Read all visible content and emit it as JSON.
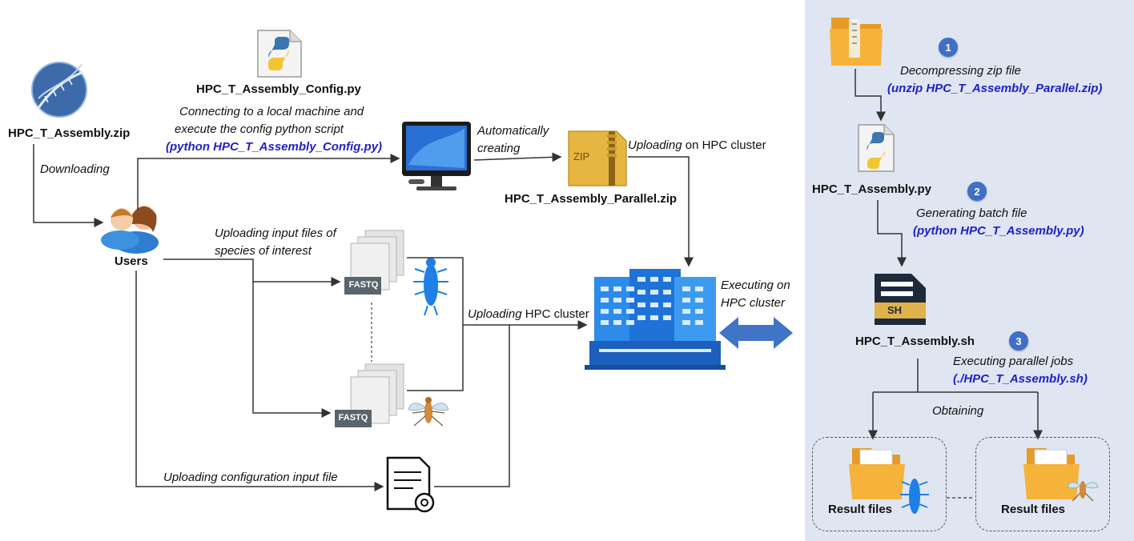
{
  "left": {
    "zip_label": "HPC_T_Assembly.zip",
    "downloading": "Downloading",
    "users": "Users",
    "config_file": "HPC_T_Assembly_Config.py",
    "connect_line1": "Connecting to a local machine and",
    "connect_line2": "execute the config python script",
    "connect_cmd": "(python HPC_T_Assembly_Config.py)",
    "auto_line1": "Automatically",
    "auto_line2": "creating",
    "parallel_zip": "HPC_T_Assembly_Parallel.zip",
    "zip_badge": "ZIP",
    "upload_cluster_1": "Uploading",
    "upload_cluster_2": "on HPC cluster",
    "upload_input_1": "Uploading input files of",
    "upload_input_2": "species of interest",
    "fastq_1": "FASTQ",
    "fastq_2": "FASTQ",
    "upload_hpc_1": "Uploading",
    "upload_hpc_2": "HPC cluster",
    "upload_config": "Uploading configuration input file",
    "exec_line1": "Executing on",
    "exec_line2": "HPC cluster"
  },
  "right": {
    "step1": "1",
    "step2": "2",
    "step3": "3",
    "decompress": "Decompressing zip file",
    "unzip_cmd": "(unzip HPC_T_Assembly_Parallel.zip)",
    "py_file": "HPC_T_Assembly.py",
    "gen_batch": "Generating batch file",
    "python_cmd": "(python HPC_T_Assembly.py)",
    "sh_badge": "SH",
    "sh_file": "HPC_T_Assembly.sh",
    "exec_jobs": "Executing parallel jobs",
    "sh_cmd": "(./HPC_T_Assembly.sh)",
    "obtaining": "Obtaining",
    "result_1": "Result files",
    "result_2": "Result files"
  }
}
